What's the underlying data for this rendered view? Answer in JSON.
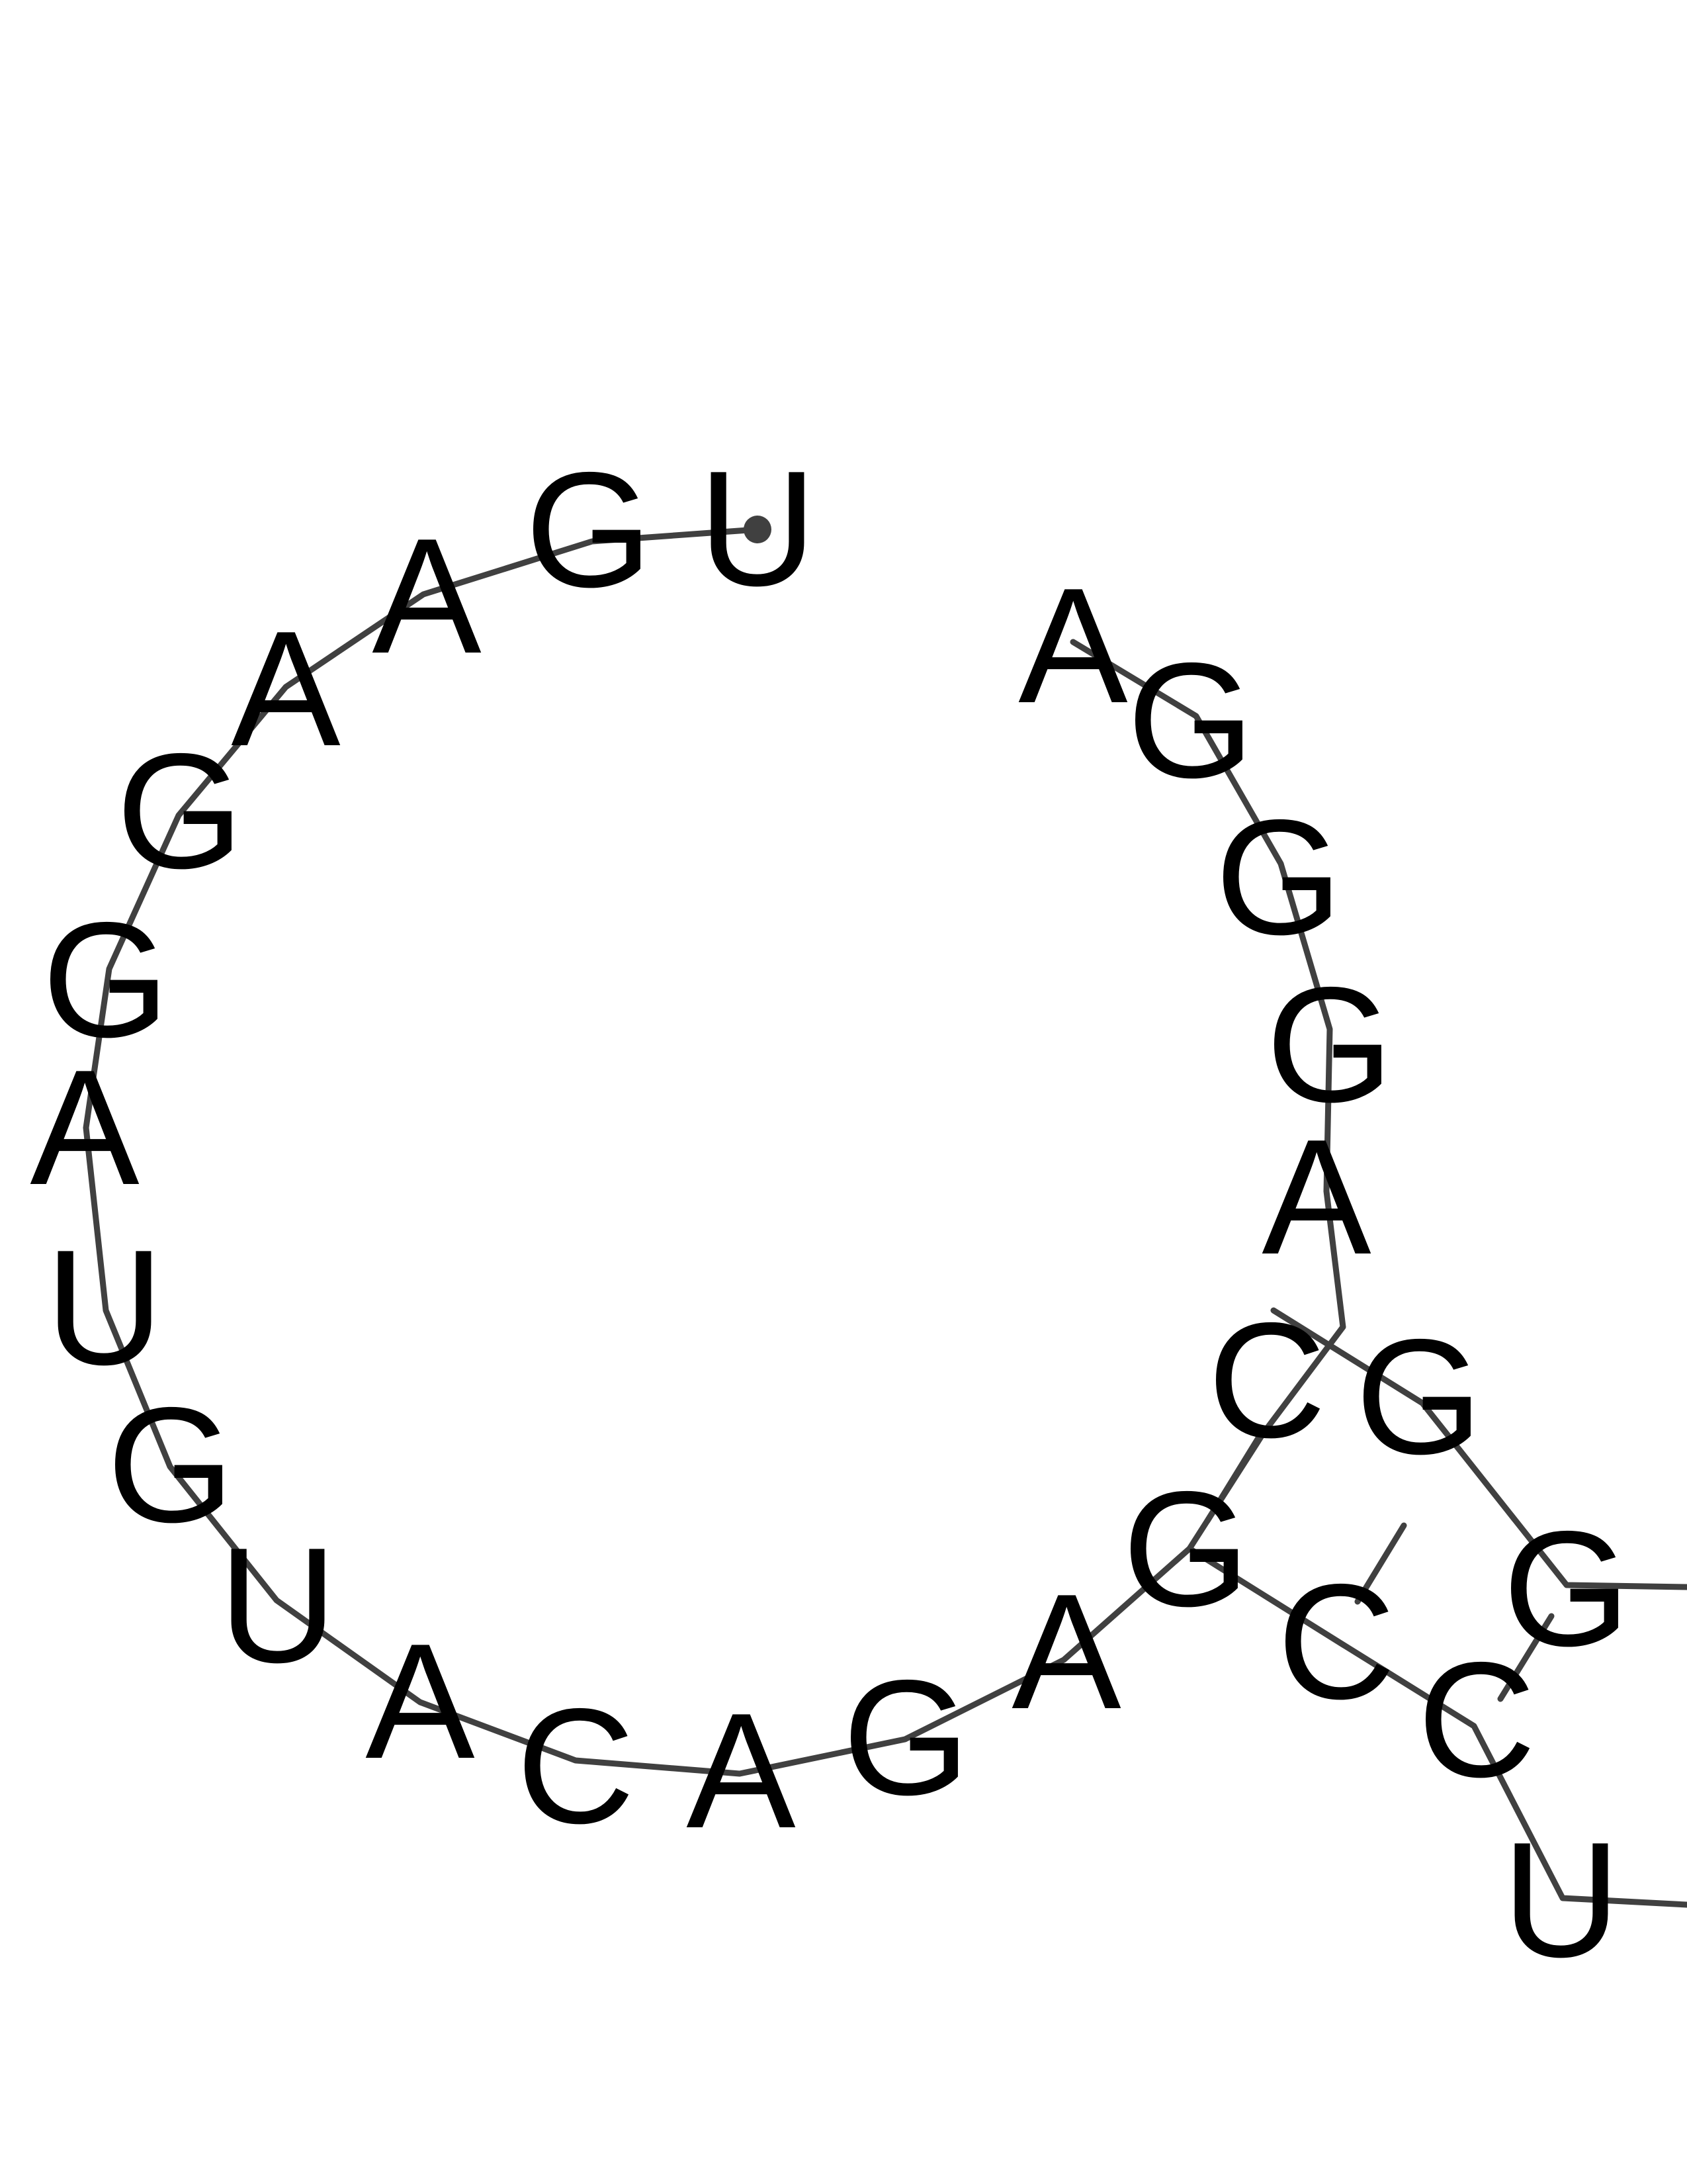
{
  "diagram": {
    "type": "rna-secondary-structure",
    "sequence_visible": [
      "U",
      "G",
      "A",
      "A",
      "G",
      "G",
      "A",
      "U",
      "G",
      "U",
      "A",
      "C",
      "A",
      "G",
      "A",
      "G",
      "C",
      "C",
      "U",
      "G",
      "G",
      "C",
      "A",
      "G",
      "G",
      "G",
      "A"
    ],
    "base_pairs": [
      [
        15,
        21
      ],
      [
        16,
        25
      ],
      [
        17,
        24
      ]
    ],
    "colors": {
      "backbone": "#404040",
      "text": "#000000",
      "background": "#ffffff",
      "start_marker": "#404040"
    }
  }
}
